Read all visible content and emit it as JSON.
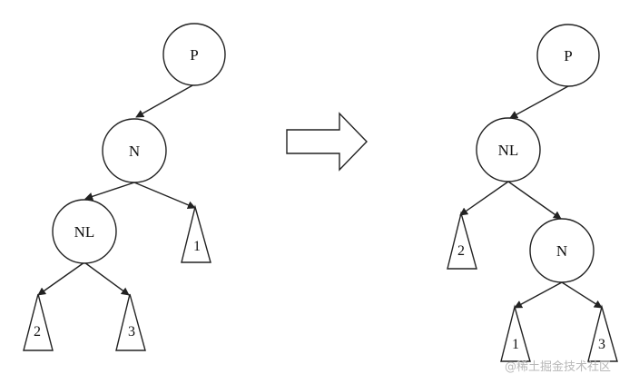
{
  "colors": {
    "stroke": "#222222",
    "fill": "#ffffff",
    "watermark": "#b8b8b8"
  },
  "before": {
    "nodes": {
      "p": "P",
      "n": "N",
      "nl": "NL"
    },
    "subtrees": {
      "t1": "1",
      "t2": "2",
      "t3": "3"
    }
  },
  "after": {
    "nodes": {
      "p": "P",
      "nl": "NL",
      "n": "N"
    },
    "subtrees": {
      "t2": "2",
      "t1": "1",
      "t3": "3"
    }
  },
  "transition_arrow_icon": "right-block-arrow",
  "watermark": "@稀土掘金技术社区"
}
